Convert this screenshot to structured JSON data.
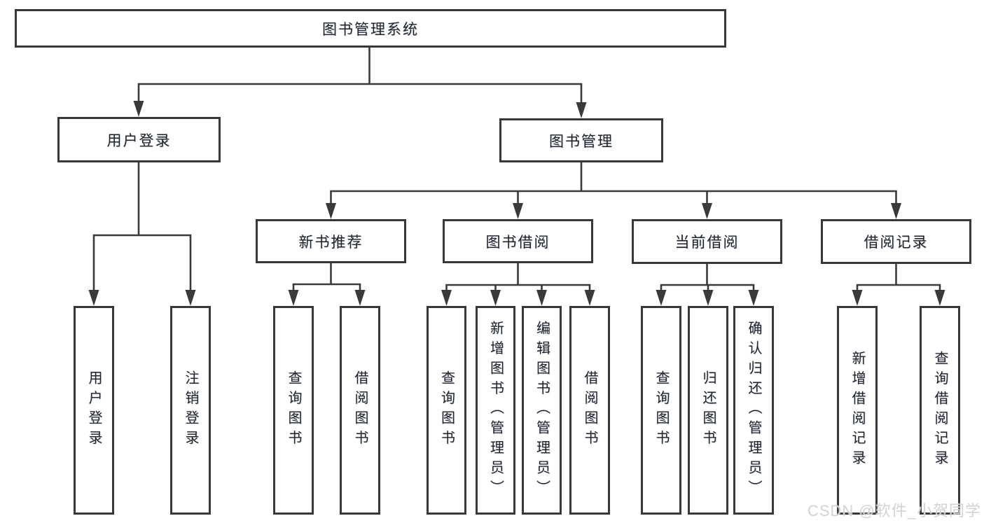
{
  "tree": {
    "root": {
      "label": "图书管理系统"
    },
    "children": [
      {
        "label": "用户登录",
        "children": [
          {
            "label": "用户登录"
          },
          {
            "label": "注销登录"
          }
        ]
      },
      {
        "label": "图书管理",
        "children": [
          {
            "label": "新书推荐",
            "children": [
              {
                "label": "查询图书"
              },
              {
                "label": "借阅图书"
              }
            ]
          },
          {
            "label": "图书借阅",
            "children": [
              {
                "label": "查询图书"
              },
              {
                "label": "新增图书（管理员）"
              },
              {
                "label": "编辑图书（管理员）"
              },
              {
                "label": "借阅图书"
              }
            ]
          },
          {
            "label": "当前借阅",
            "children": [
              {
                "label": "查询图书"
              },
              {
                "label": "归还图书"
              },
              {
                "label": "确认归还（管理员）"
              }
            ]
          },
          {
            "label": "借阅记录",
            "children": [
              {
                "label": "新增借阅记录"
              },
              {
                "label": "查询借阅记录"
              }
            ]
          }
        ]
      }
    ]
  },
  "watermark": {
    "text": "CSDN @软件_小贺同学"
  },
  "colors": {
    "line": "#3a3a3a",
    "box_border": "#383838",
    "box_fill": "#ffffff",
    "text": "#222222",
    "watermark": "#d2d2d2"
  }
}
